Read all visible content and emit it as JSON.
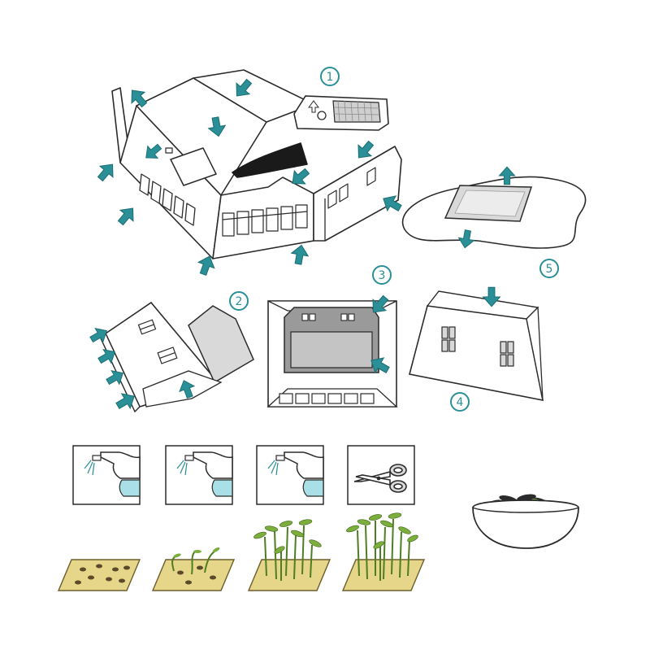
{
  "colors": {
    "ink": "#2b2b2b",
    "teal": "#2a8f96",
    "water": "#a9dfe6",
    "sponge": "#e6d68a",
    "sponge_edge": "#6b5e2a",
    "gray": "#d9d9d9",
    "dark_gray": "#9a9a9a",
    "sprout": "#7cae3e",
    "sprout_dark": "#4f7d23"
  },
  "steps": {
    "one": "1",
    "two": "2",
    "three": "3",
    "four": "4",
    "five": "5"
  },
  "icons": {
    "arrow": "teal-arrow-icon",
    "spray": "spray-bottle-icon",
    "scissors": "scissors-icon",
    "bowl": "salad-bowl-icon"
  },
  "growth_stages": [
    {
      "stage": "seeds"
    },
    {
      "stage": "sprouting"
    },
    {
      "stage": "growing"
    },
    {
      "stage": "harvest"
    }
  ]
}
